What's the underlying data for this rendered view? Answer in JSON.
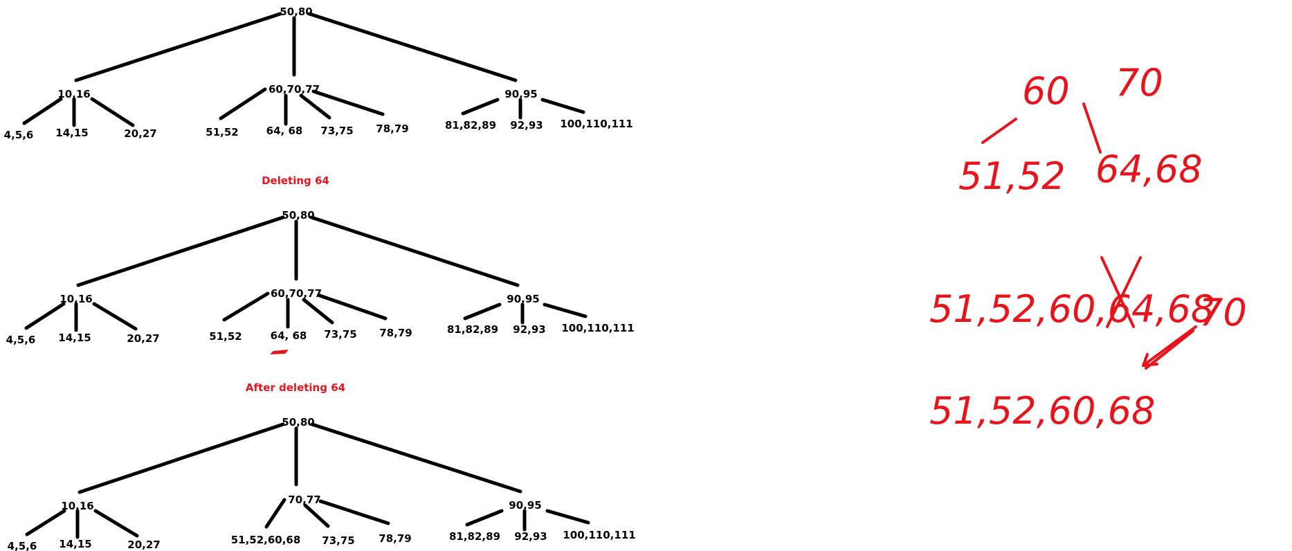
{
  "colors": {
    "edge": "#000000",
    "node_text": "#000000",
    "caption": "#e8141b",
    "annotation": "#e8141b"
  },
  "trees": [
    {
      "nodes": [
        {
          "id": "r",
          "label": "50,80"
        },
        {
          "id": "a",
          "label": "10,16"
        },
        {
          "id": "b",
          "label": "60,70,77"
        },
        {
          "id": "c",
          "label": "90,95"
        },
        {
          "id": "a1",
          "label": "4,5,6"
        },
        {
          "id": "a2",
          "label": "14,15"
        },
        {
          "id": "a3",
          "label": "20,27"
        },
        {
          "id": "b1",
          "label": "51,52"
        },
        {
          "id": "b2",
          "label": "64, 68"
        },
        {
          "id": "b3",
          "label": "73,75"
        },
        {
          "id": "b4",
          "label": "78,79"
        },
        {
          "id": "c1",
          "label": "81,82,89"
        },
        {
          "id": "c2",
          "label": "92,93"
        },
        {
          "id": "c3",
          "label": "100,110,111"
        }
      ],
      "edges": [
        [
          "r",
          "a"
        ],
        [
          "r",
          "b"
        ],
        [
          "r",
          "c"
        ],
        [
          "a",
          "a1"
        ],
        [
          "a",
          "a2"
        ],
        [
          "a",
          "a3"
        ],
        [
          "b",
          "b1"
        ],
        [
          "b",
          "b2"
        ],
        [
          "b",
          "b3"
        ],
        [
          "b",
          "b4"
        ],
        [
          "c",
          "c1"
        ],
        [
          "c",
          "c2"
        ],
        [
          "c",
          "c3"
        ]
      ]
    },
    {
      "caption": "Deleting 64",
      "nodes": [
        {
          "id": "r",
          "label": "50,80"
        },
        {
          "id": "a",
          "label": "10,16"
        },
        {
          "id": "b",
          "label": "60,70,77"
        },
        {
          "id": "c",
          "label": "90,95"
        },
        {
          "id": "a1",
          "label": "4,5,6"
        },
        {
          "id": "a2",
          "label": "14,15"
        },
        {
          "id": "a3",
          "label": "20,27"
        },
        {
          "id": "b1",
          "label": "51,52"
        },
        {
          "id": "b2",
          "label": "64, 68"
        },
        {
          "id": "b3",
          "label": "73,75"
        },
        {
          "id": "b4",
          "label": "78,79"
        },
        {
          "id": "c1",
          "label": "81,82,89"
        },
        {
          "id": "c2",
          "label": "92,93"
        },
        {
          "id": "c3",
          "label": "100,110,111"
        }
      ],
      "edges": [
        [
          "r",
          "a"
        ],
        [
          "r",
          "b"
        ],
        [
          "r",
          "c"
        ],
        [
          "a",
          "a1"
        ],
        [
          "a",
          "a2"
        ],
        [
          "a",
          "a3"
        ],
        [
          "b",
          "b1"
        ],
        [
          "b",
          "b2"
        ],
        [
          "b",
          "b3"
        ],
        [
          "b",
          "b4"
        ],
        [
          "c",
          "c1"
        ],
        [
          "c",
          "c2"
        ],
        [
          "c",
          "c3"
        ]
      ]
    },
    {
      "caption": "After deleting 64",
      "nodes": [
        {
          "id": "r",
          "label": "50,80"
        },
        {
          "id": "a",
          "label": "10,16"
        },
        {
          "id": "b",
          "label": "70,77"
        },
        {
          "id": "c",
          "label": "90,95"
        },
        {
          "id": "a1",
          "label": "4,5,6"
        },
        {
          "id": "a2",
          "label": "14,15"
        },
        {
          "id": "a3",
          "label": "20,27"
        },
        {
          "id": "b1",
          "label": "51,52,60,68"
        },
        {
          "id": "b3",
          "label": "73,75"
        },
        {
          "id": "b4",
          "label": "78,79"
        },
        {
          "id": "c1",
          "label": "81,82,89"
        },
        {
          "id": "c2",
          "label": "92,93"
        },
        {
          "id": "c3",
          "label": "100,110,111"
        }
      ],
      "edges": [
        [
          "r",
          "a"
        ],
        [
          "r",
          "b"
        ],
        [
          "r",
          "c"
        ],
        [
          "a",
          "a1"
        ],
        [
          "a",
          "a2"
        ],
        [
          "a",
          "a3"
        ],
        [
          "b",
          "b1"
        ],
        [
          "b",
          "b3"
        ],
        [
          "b",
          "b4"
        ],
        [
          "c",
          "c1"
        ],
        [
          "c",
          "c2"
        ],
        [
          "c",
          "c3"
        ]
      ]
    }
  ],
  "annotations": {
    "label_60": "60",
    "label_70_top": "70",
    "label_51_52": "51,52",
    "label_64_68": "64,68",
    "merge_row": "51,52,60,64,68",
    "label_70_mid": "70",
    "result_row": "51,52,60,68"
  }
}
